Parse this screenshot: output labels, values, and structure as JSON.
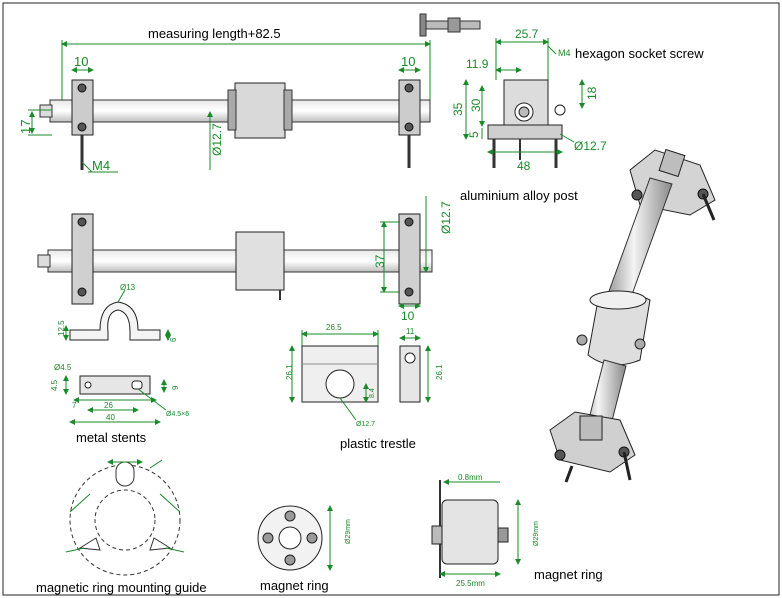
{
  "labels": {
    "measuring_length": "measuring length+82.5",
    "hex_screw": "hexagon socket screw",
    "hex_m4": "M4",
    "alu_post": "aluminium alloy post",
    "metal_stents": "metal stents",
    "plastic_trestle": "plastic trestle",
    "mount_guide": "magnetic ring mounting guide",
    "magnet_ring_1": "magnet ring",
    "magnet_ring_2": "magnet ring"
  },
  "dims": {
    "rod_left_10": "10",
    "rod_right_10": "10",
    "rod_17": "17",
    "rod_m4": "M4",
    "rod_phi": "Ø12.7",
    "post_257": "25.7",
    "post_119": "11.9",
    "post_35": "35",
    "post_30": "30",
    "post_5": "5",
    "post_18": "18",
    "post_48": "48",
    "post_phi": "Ø12.7",
    "rod2_37": "37",
    "rod2_phi": "Ø12.7",
    "rod2_10": "10",
    "stent_phi13": "Ø13",
    "stent_125": "12.5",
    "stent_6": "6",
    "stent_phi45": "Ø4.5",
    "stent_45": "4.5",
    "stent_26": "26",
    "stent_7": "7",
    "stent_9": "9",
    "stent_40": "40",
    "stent_slot": "Ø4.5×6",
    "tr_265": "26.5",
    "tr_11": "11",
    "tr_261a": "26.1",
    "tr_261b": "26.1",
    "tr_84": "8.4",
    "tr_phi": "Ø12.7",
    "ring_phi": "Ø29mm",
    "mr_08": "0.8mm",
    "mr_phi": "Ø29mm",
    "mr_255": "25.5mm"
  }
}
